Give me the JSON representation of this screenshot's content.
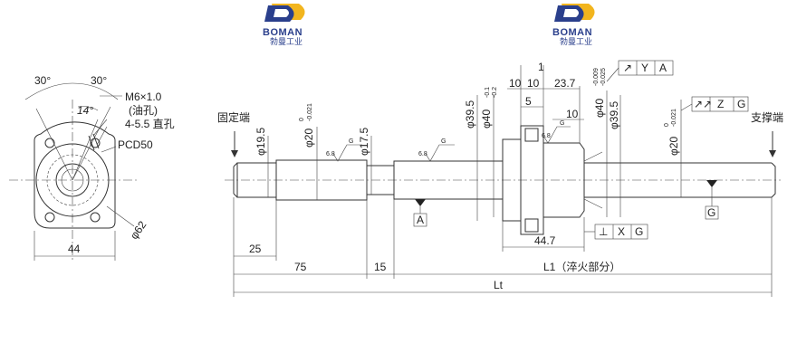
{
  "logos": [
    {
      "brand": "BOMAN",
      "subtitle": "勃曼工业"
    },
    {
      "brand": "BOMAN",
      "subtitle": "勃曼工业"
    }
  ],
  "end_view": {
    "angle_left": "30°",
    "angle_right": "30°",
    "angle_small": "14°",
    "oil_hole": "M6×1.0",
    "oil_hole_note": "(油孔)",
    "holes": "4-5.5 直孔",
    "pcd": "PCD50",
    "flange_dia": "φ62",
    "width": "44"
  },
  "shaft": {
    "fixed_end": "固定端",
    "support_end": "支撑端",
    "dia_19_5": "φ19.5",
    "dia_20": "φ20",
    "tol_20_upper": "0",
    "tol_20_lower": "-0.021",
    "dia_17_5": "φ17.5",
    "dia_39_5_a": "φ39.5",
    "tol_40_upper": "-0.1",
    "tol_40_lower": "-0.2",
    "dia_40_a": "φ40",
    "dia_40_b": "φ40",
    "tol_40b_upper": "-0.009",
    "tol_40b_lower": "-0.025",
    "dia_39_5_b": "φ39.5",
    "dia_20_right": "φ20",
    "tol_20r_upper": "0",
    "tol_20r_lower": "-0.021",
    "dim_1": "1",
    "dim_10a": "10",
    "dim_10b": "10",
    "dim_23_7": "23.7",
    "dim_5": "5",
    "dim_10c": "10",
    "dim_44_7": "44.7",
    "dim_25": "25",
    "dim_75": "75",
    "dim_15": "15",
    "dim_l1": "L1（淬火部分）",
    "dim_lt": "Lt",
    "roughness": "6.8",
    "roughness_g": "G",
    "datum_a": "A",
    "datum_g": "G",
    "gtol_1": [
      "↗",
      "Y",
      "A"
    ],
    "gtol_2": [
      "↗↗",
      "Z",
      "G"
    ],
    "gtol_3": [
      "⊥",
      "X",
      "G"
    ]
  }
}
